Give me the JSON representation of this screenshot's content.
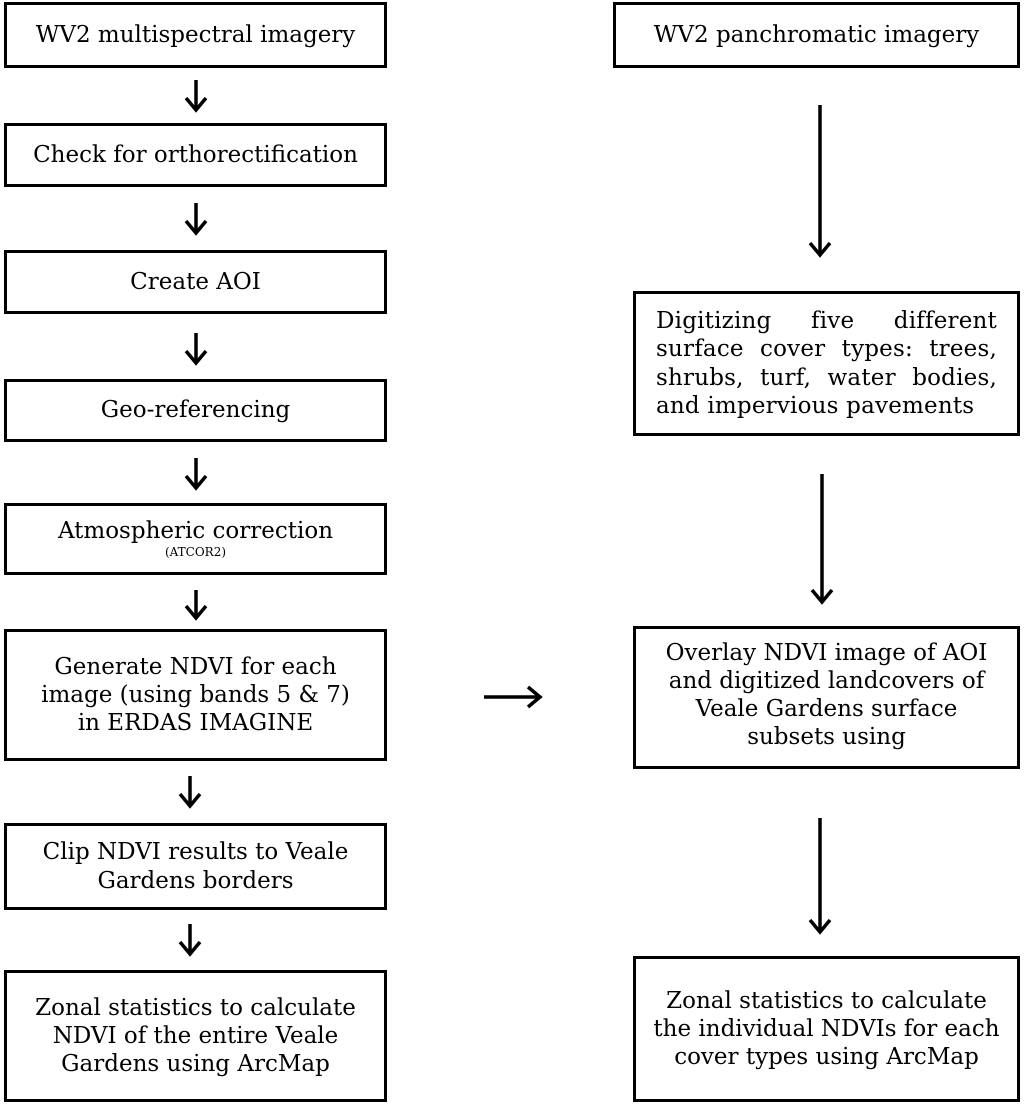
{
  "left_column": {
    "step1": "WV2 multispectral imagery",
    "step2": "Check for orthorectification",
    "step3": "Create AOI",
    "step4": "Geo-referencing",
    "step5": "Atmospheric correction",
    "step5_sub": "(ATCOR2)",
    "step6": "Generate NDVI for each image (using bands 5 & 7) in ERDAS IMAGINE",
    "step7": "Clip NDVI results to Veale Gardens borders",
    "step8": "Zonal statistics to calculate NDVI of the entire Veale Gardens using ArcMap"
  },
  "right_column": {
    "step1": "WV2 panchromatic imagery",
    "step2": "Digitizing five different surface cover types: trees, shrubs, turf, water bodies, and impervious pavements",
    "step3": "Overlay NDVI image of AOI and digitized landcovers of Veale Gardens surface subsets using",
    "step4": "Zonal statistics to calculate the individual NDVIs for each cover types using ArcMap"
  }
}
